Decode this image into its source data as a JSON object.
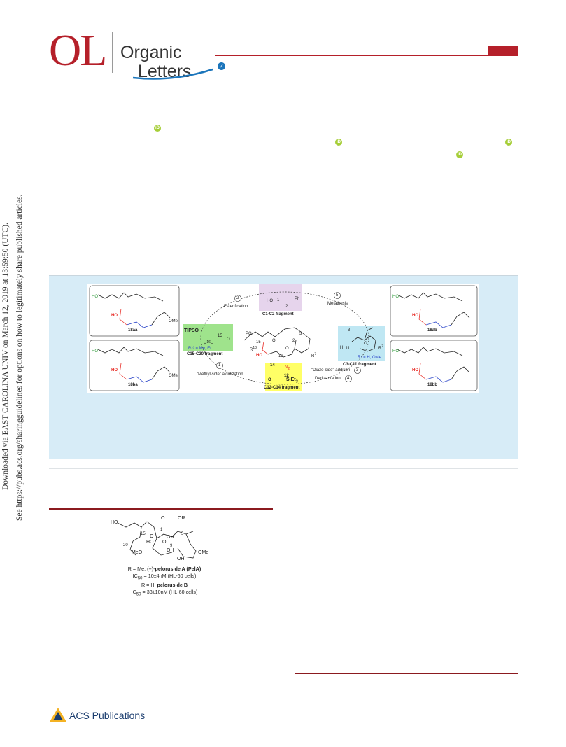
{
  "header": {
    "logo_letters": "OL",
    "journal_line1": "Organic",
    "journal_line2": "Letters",
    "badge": "✓"
  },
  "sidebar": {
    "line1": "Downloaded via EAST CAROLINA UNIV on March 12, 2019 at 13:59:50 (UTC).",
    "line2": "See https://pubs.acs.org/sharingguidelines for options on how to legitimately share published articles."
  },
  "orcid": {
    "label": "iD"
  },
  "graphical_abstract": {
    "compounds": [
      "18aa",
      "18ba",
      "18ab",
      "18bb"
    ],
    "steps": [
      {
        "num": "1",
        "label": "\"Methyl-side\" aldolization"
      },
      {
        "num": "2",
        "label": "Esterification"
      },
      {
        "num": "3",
        "label": "\"Diazo-side\" addition"
      },
      {
        "num": "4",
        "label": "Dediazotation"
      },
      {
        "num": "5",
        "label": "Metathesis"
      }
    ],
    "fragments": {
      "c1c2": "C1-C2 fragment",
      "c15c20": "C15-C20 fragment",
      "c12c14": "C12-C14 fragment",
      "c3c11": "C3-C11 fragment"
    },
    "labels": {
      "tipso": "TIPSO",
      "r16h": "R",
      "r16_sup": "16",
      "h_after": "H",
      "r16_def": "R¹⁶ = Me, Et",
      "r7_def": "R⁷ = H, OMe",
      "ho": "HO",
      "ph": "Ph",
      "po": "PO",
      "siet3": "SiEt",
      "siet3_sub": "3",
      "n2": "N",
      "n2_sub": "2",
      "ome": "OMe",
      "o": "O",
      "h": "H",
      "r7": "R",
      "r7_sup": "7",
      "r18": "R",
      "r18_sup": "18",
      "num1": "1",
      "num2": "2",
      "num3": "3",
      "num11": "11",
      "num12": "12",
      "num14": "14",
      "num15": "15"
    },
    "colors": {
      "purple_box": "#e6d4ec",
      "green_box": "#9fe38c",
      "yellow_box": "#ffff66",
      "blue_box": "#bfe7f3",
      "red": "#e8302a",
      "blue": "#2a44c8",
      "green": "#2f9a3a"
    }
  },
  "figure1": {
    "labels": {
      "ho": "HO",
      "or": "OR",
      "oh1": "OH",
      "oh2": "OH",
      "oh3": "OH",
      "ho2": "HO",
      "meo": "MeO",
      "ome": "OMe",
      "o": "O",
      "n1": "1",
      "n5": "5",
      "n9": "9",
      "n15": "15",
      "n20": "20"
    },
    "caption": {
      "line1_prefix": "R = Me; (+)-",
      "line1_bold": "peloruside A (PelA)",
      "line2_prefix": "IC",
      "line2_sub": "50",
      "line2_suffix": " = 10±4nM (HL-60 cells)",
      "line3_prefix": "R = H; ",
      "line3_bold": "peloruside B",
      "line4_prefix": "IC",
      "line4_sub": "50",
      "line4_suffix": " = 33±10nM (HL-60 cells)"
    }
  },
  "footer": {
    "publisher": "ACS Publications"
  }
}
